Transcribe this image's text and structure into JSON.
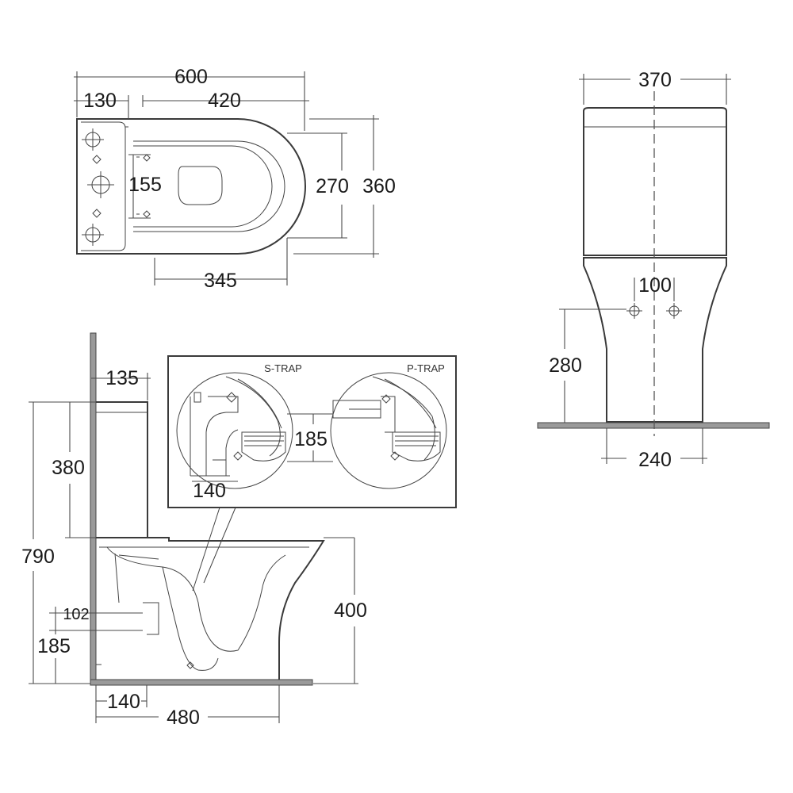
{
  "top_view": {
    "overall_width": "600",
    "tank_depth": "130",
    "bowl_to_front": "420",
    "fixing_spacing": "155",
    "seat_width": "270",
    "overall_depth": "360",
    "fixing_to_front": "345"
  },
  "front_view": {
    "tank_width": "370",
    "fixing_spacing": "100",
    "fixing_height": "280",
    "base_width": "240"
  },
  "side_view": {
    "tank_offset": "135",
    "tank_height": "380",
    "overall_height": "790",
    "waste_diameter": "102",
    "waste_height": "185",
    "seat_height": "400",
    "wall_to_waste": "140",
    "projection": "480"
  },
  "detail": {
    "s_trap_label": "S-TRAP",
    "p_trap_label": "P-TRAP",
    "p_trap_height": "185",
    "s_trap_setout": "140"
  }
}
